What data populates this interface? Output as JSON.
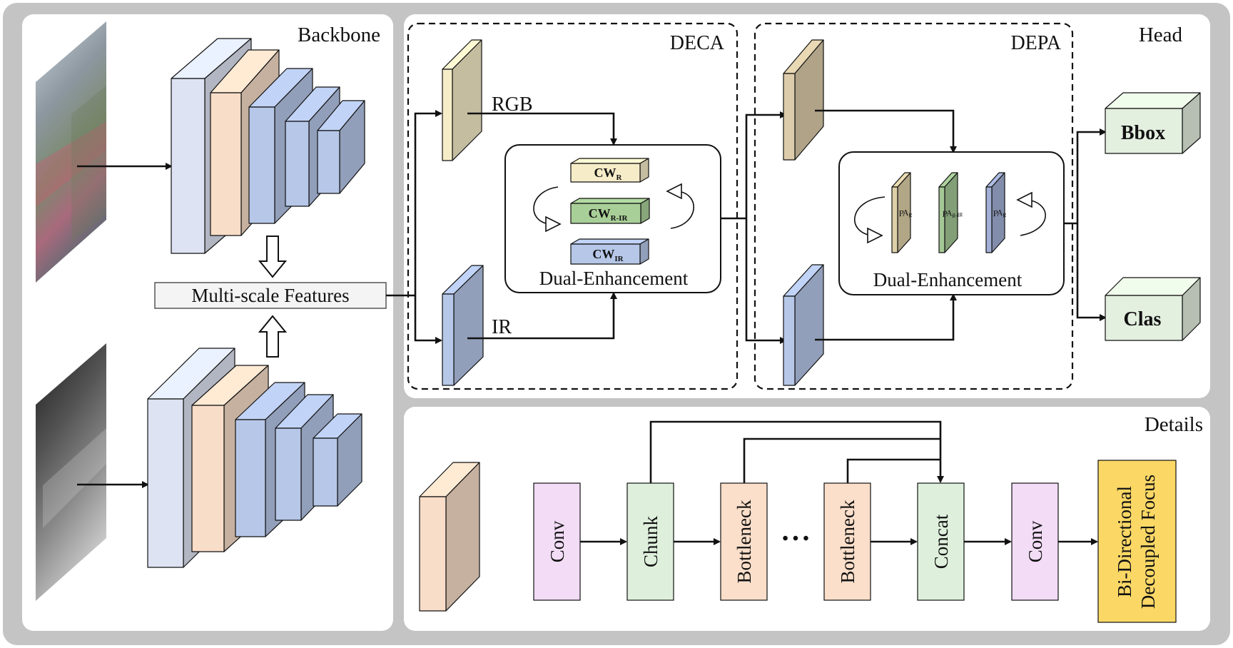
{
  "panels": {
    "backbone": "Backbone",
    "head": "Head",
    "details": "Details",
    "deca": "DECA",
    "depa": "DEPA"
  },
  "multi_scale_features": "Multi-scale Features",
  "rgb_label": "RGB",
  "ir_label": "IR",
  "dual_enhancement": "Dual-Enhancement",
  "cw": {
    "r": {
      "base": "CW",
      "sub": "R"
    },
    "rir": {
      "base": "CW",
      "sub": "R-IR"
    },
    "ir": {
      "base": "CW",
      "sub": "IR"
    }
  },
  "pa": {
    "r": {
      "base": "PA",
      "sub": "R"
    },
    "rir": {
      "base": "PA",
      "sub": "R-IR"
    },
    "ir": {
      "base": "PA",
      "sub": "R"
    }
  },
  "outputs": {
    "bbox": "Bbox",
    "clas": "Clas"
  },
  "pipeline": {
    "conv1": "Conv",
    "chunk": "Chunk",
    "bottleneck1": "Bottleneck",
    "dots": "• • •",
    "bottleneck2": "Bottleneck",
    "concat": "Concat",
    "conv2": "Conv",
    "bdf_line1": "Bi-Directional",
    "bdf_line2": "Decoupled Focus"
  },
  "colors": {
    "blue": "#b6c7e8",
    "peach": "#f8ddc8",
    "light_blue": "#dde3f3",
    "yellow": "#f6ecc8",
    "green": "#a9cf98",
    "conv": "#f2dcf6",
    "chunk": "#def0dc",
    "bottleneck": "#fbdfca",
    "bdf": "#fbd866",
    "output_box": "#e3efdf"
  }
}
